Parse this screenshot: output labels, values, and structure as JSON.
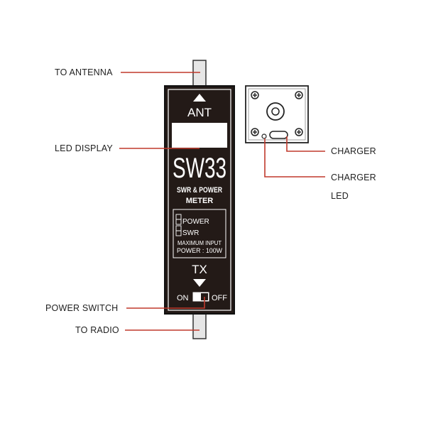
{
  "labels": {
    "to_antenna": "TO ANTENNA",
    "led_display": "LED DISPLAY",
    "power_switch": "POWER SWITCH",
    "to_radio": "TO RADIO",
    "charger": "CHARGER",
    "charger_led_line1": "CHARGER",
    "charger_led_line2": "LED"
  },
  "device": {
    "ant": "ANT",
    "model": "SW33",
    "subtitle_line1": "SWR & POWER",
    "subtitle_line2": "METER",
    "power_mode": "POWER",
    "swr_mode": "SWR",
    "max_input_line1": "MAXIMUM INPUT",
    "max_input_line2": "POWER : 100W",
    "tx": "TX",
    "switch_on": "ON",
    "switch_off": "OFF"
  },
  "colors": {
    "leader_line": "#c0392b",
    "device_body": "#231a17",
    "connector": "#e6e6e6"
  }
}
